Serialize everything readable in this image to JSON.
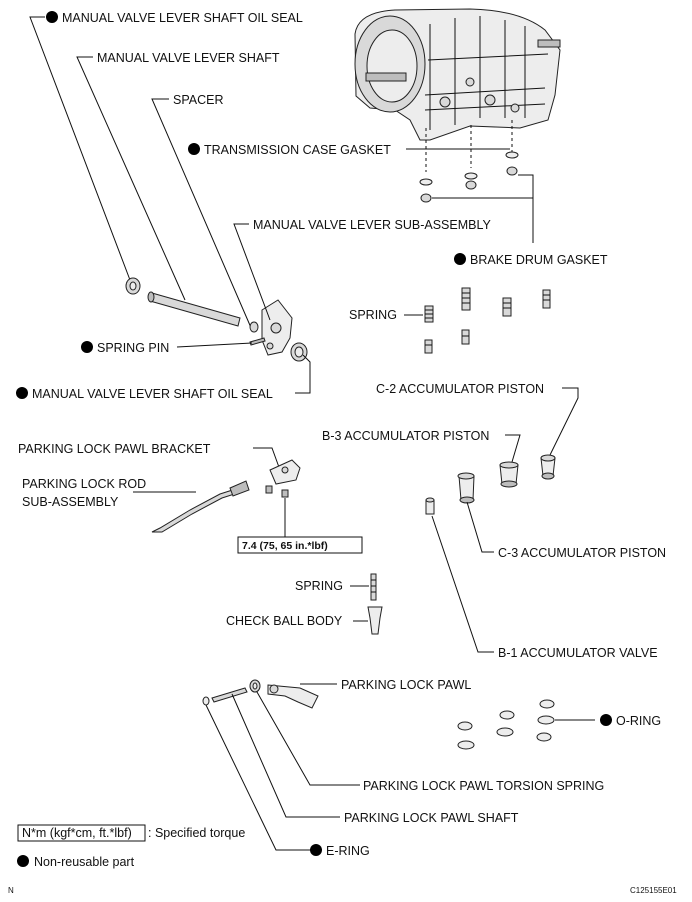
{
  "labels": {
    "manual_valve_lever_shaft_oil_seal_top": "MANUAL VALVE LEVER SHAFT OIL SEAL",
    "manual_valve_lever_shaft": "MANUAL VALVE LEVER SHAFT",
    "spacer": "SPACER",
    "transmission_case_gasket": "TRANSMISSION CASE GASKET",
    "manual_valve_lever_sub_assembly": "MANUAL VALVE LEVER SUB-ASSEMBLY",
    "brake_drum_gasket": "BRAKE DRUM GASKET",
    "spring_upper": "SPRING",
    "spring_pin": "SPRING PIN",
    "manual_valve_lever_shaft_oil_seal_bottom": "MANUAL VALVE LEVER SHAFT OIL SEAL",
    "c2_accumulator_piston": "C-2 ACCUMULATOR PISTON",
    "b3_accumulator_piston": "B-3 ACCUMULATOR PISTON",
    "parking_lock_pawl_bracket": "PARKING LOCK PAWL BRACKET",
    "parking_lock_rod_line1": "PARKING LOCK ROD",
    "parking_lock_rod_line2": "SUB-ASSEMBLY",
    "c3_accumulator_piston": "C-3 ACCUMULATOR PISTON",
    "torque_value": "7.4 (75, 65 in.*lbf)",
    "spring_lower": "SPRING",
    "check_ball_body": "CHECK BALL BODY",
    "b1_accumulator_valve": "B-1 ACCUMULATOR VALVE",
    "parking_lock_pawl": "PARKING LOCK PAWL",
    "o_ring": "O-RING",
    "parking_lock_pawl_torsion_spring": "PARKING LOCK PAWL TORSION SPRING",
    "parking_lock_pawl_shaft": "PARKING LOCK PAWL SHAFT",
    "e_ring": "E-RING"
  },
  "legend": {
    "torque_units": "N*m (kgf*cm, ft.*lbf)",
    "torque_desc": ": Specified torque",
    "non_reusable": "Non-reusable part"
  },
  "footer": {
    "left_code": "N",
    "right_code": "C125155E01"
  },
  "icons": {
    "non_reusable_marker": "filled-circle-icon"
  },
  "colors": {
    "line": "#111111",
    "background": "#ffffff"
  }
}
